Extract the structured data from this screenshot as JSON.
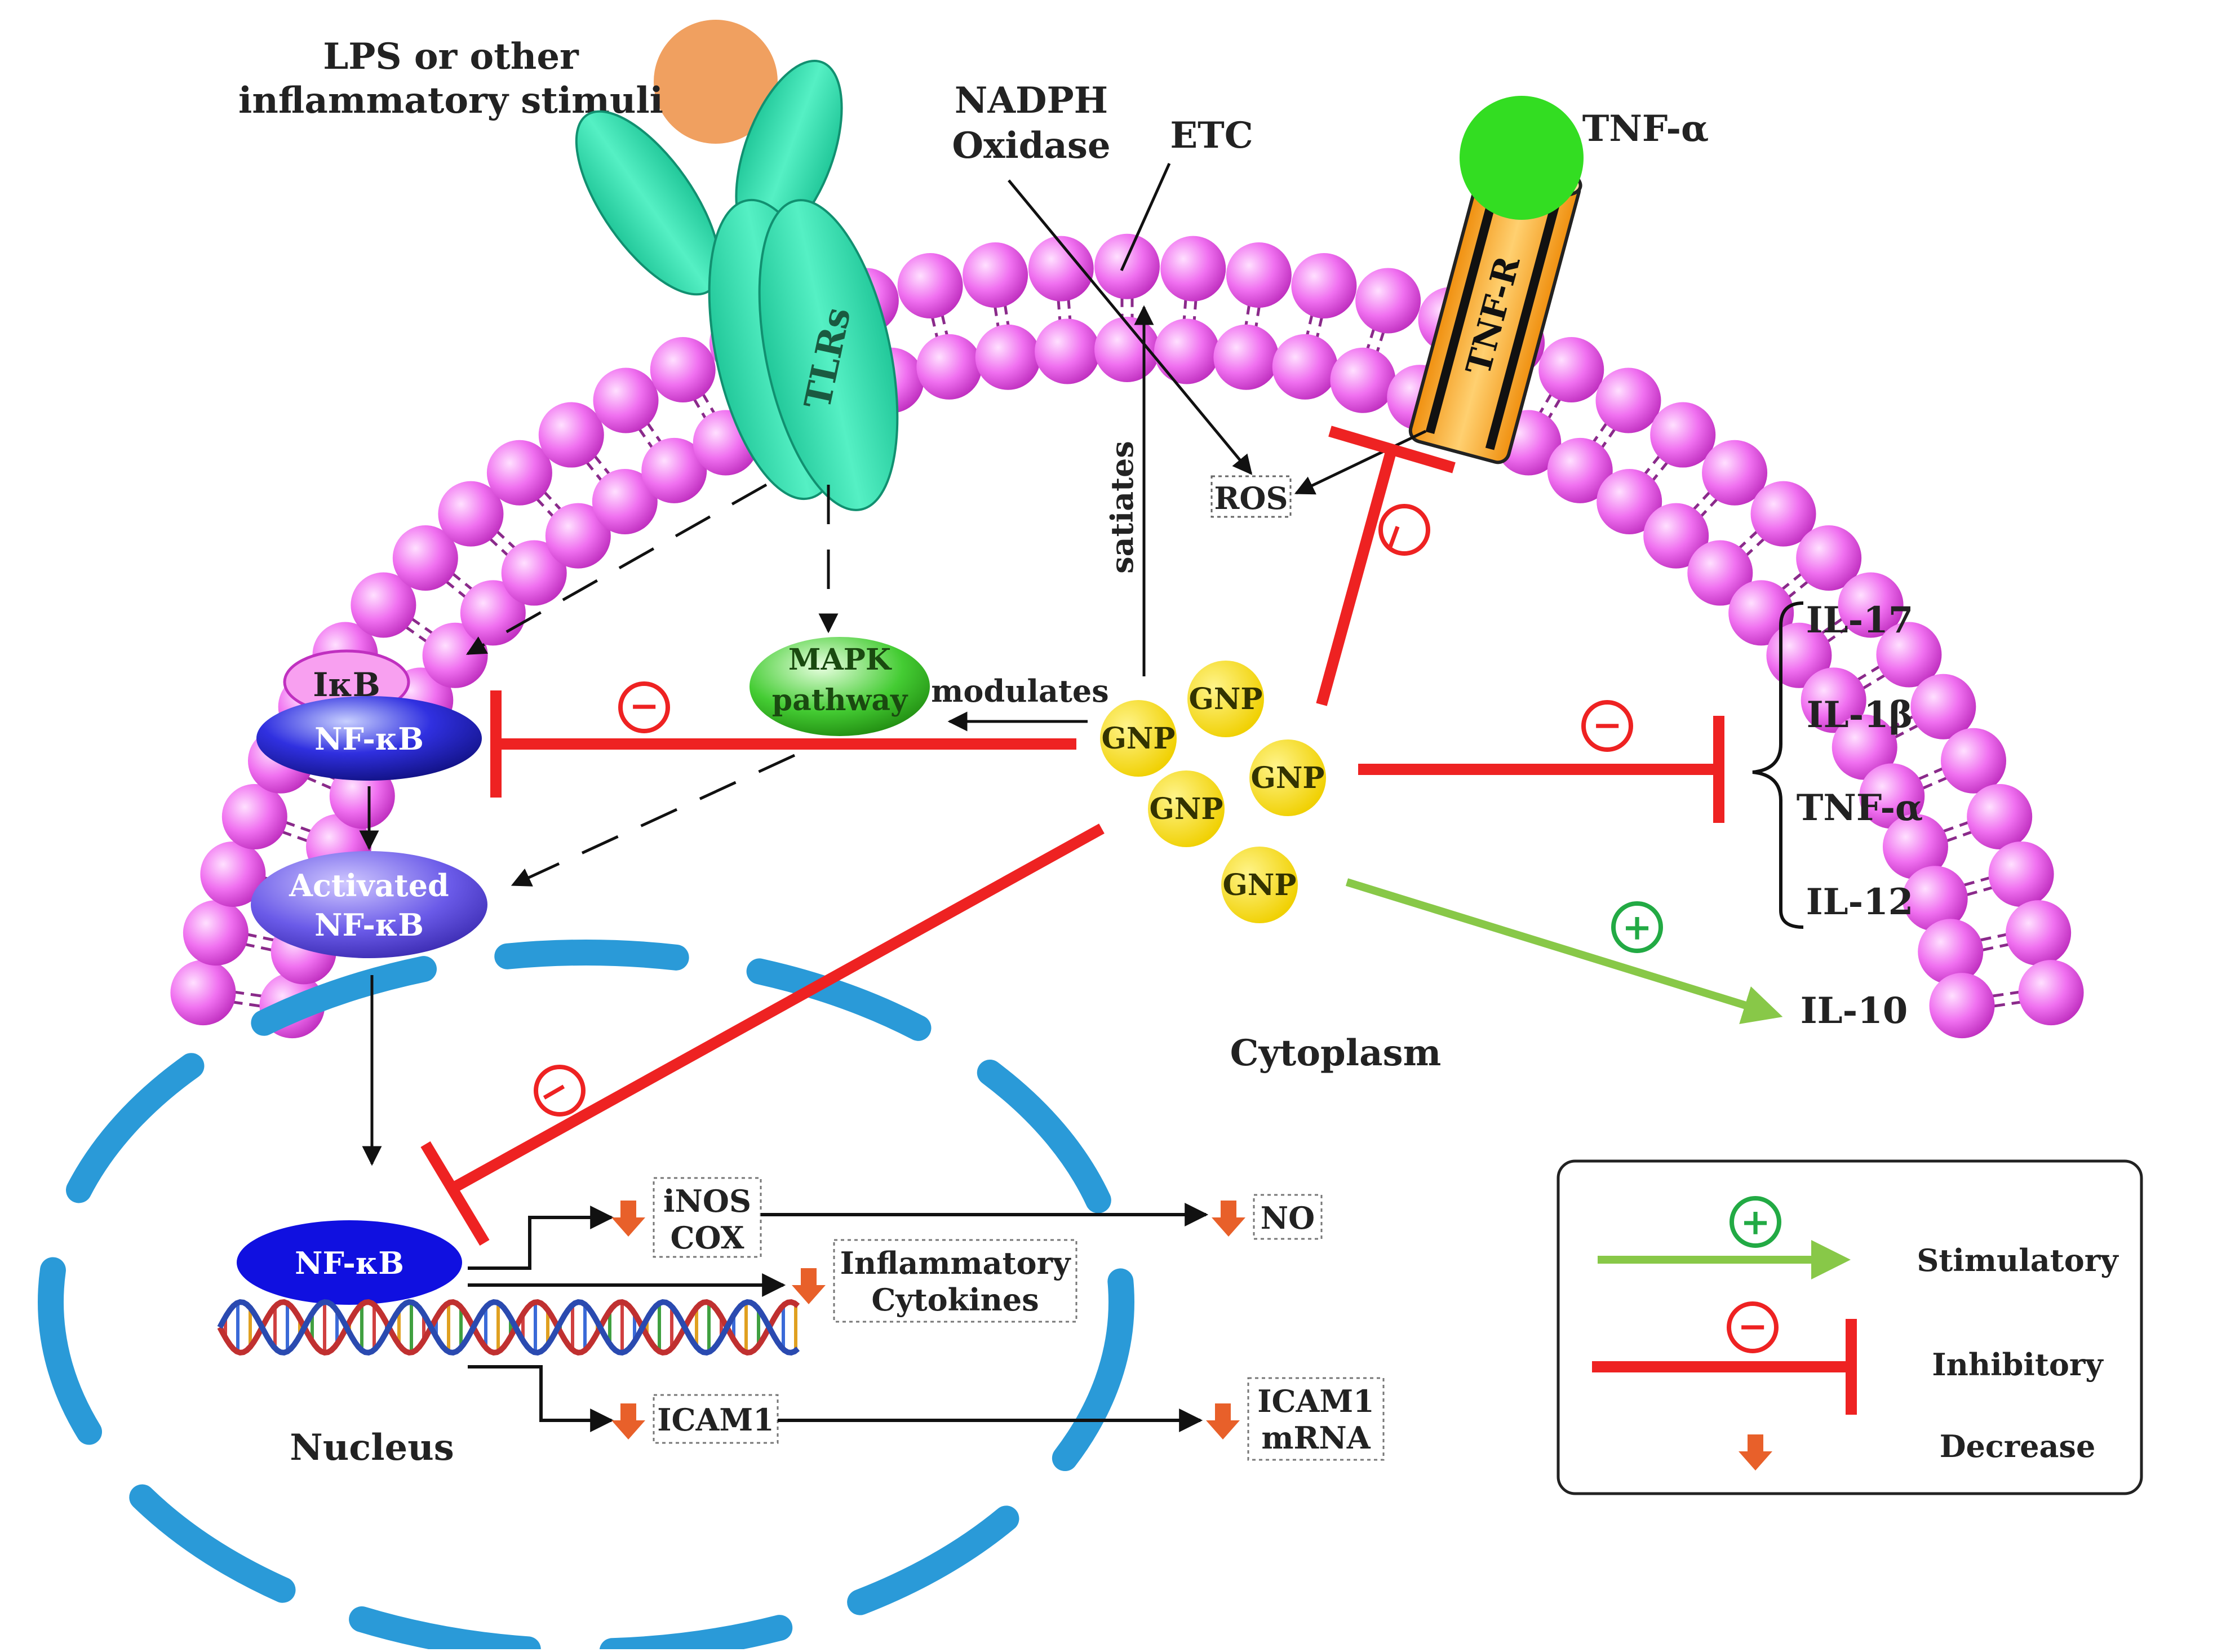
{
  "stimulus": {
    "line1": "LPS or other",
    "line2": "inflammatory stimuli"
  },
  "tlr_label": "TLRs",
  "nadph": {
    "line1": "NADPH",
    "line2": "Oxidase"
  },
  "etc_label": "ETC",
  "tnf_alpha": "TNF-α",
  "tnfr_label": "TNF-R",
  "ros_label": "ROS",
  "satiates_label": "satiates",
  "modulates_label": "modulates",
  "ikb_label": "IκB",
  "nfkb_label": "NF-κB",
  "activated_nfkb": {
    "line1": "Activated",
    "line2": "NF-κB"
  },
  "mapk": {
    "line1": "MAPK",
    "line2": "pathway"
  },
  "gnp_label": "GNP",
  "cytokines_inhibited": [
    "IL-17",
    "IL-1β",
    "TNF-α",
    "IL-12"
  ],
  "il10_label": "IL-10",
  "cytoplasm_label": "Cytoplasm",
  "nucleus_label": "Nucleus",
  "nucleus_nfkb": "NF-κB",
  "inos_cox": {
    "line1": "iNOS",
    "line2": "COX"
  },
  "no_label": "NO",
  "inflammatory_cytokines": {
    "line1": "Inflammatory",
    "line2": "Cytokines"
  },
  "icam1_label": "ICAM1",
  "icam1_mrna": {
    "line1": "ICAM1",
    "line2": "mRNA"
  },
  "signs": {
    "minus": "−",
    "plus": "+"
  },
  "legend": {
    "stimulatory": "Stimulatory",
    "inhibitory": "Inhibitory",
    "decrease": "Decrease"
  },
  "colors": {
    "membrane": "#ee66ee",
    "tlr": "#33e0b0",
    "inhibit": "#ee2222",
    "stimulate": "#88c848",
    "gnp": "#f5dc10",
    "nucleus": "#2a9ad8",
    "decrease_arrow": "#e8602a"
  }
}
